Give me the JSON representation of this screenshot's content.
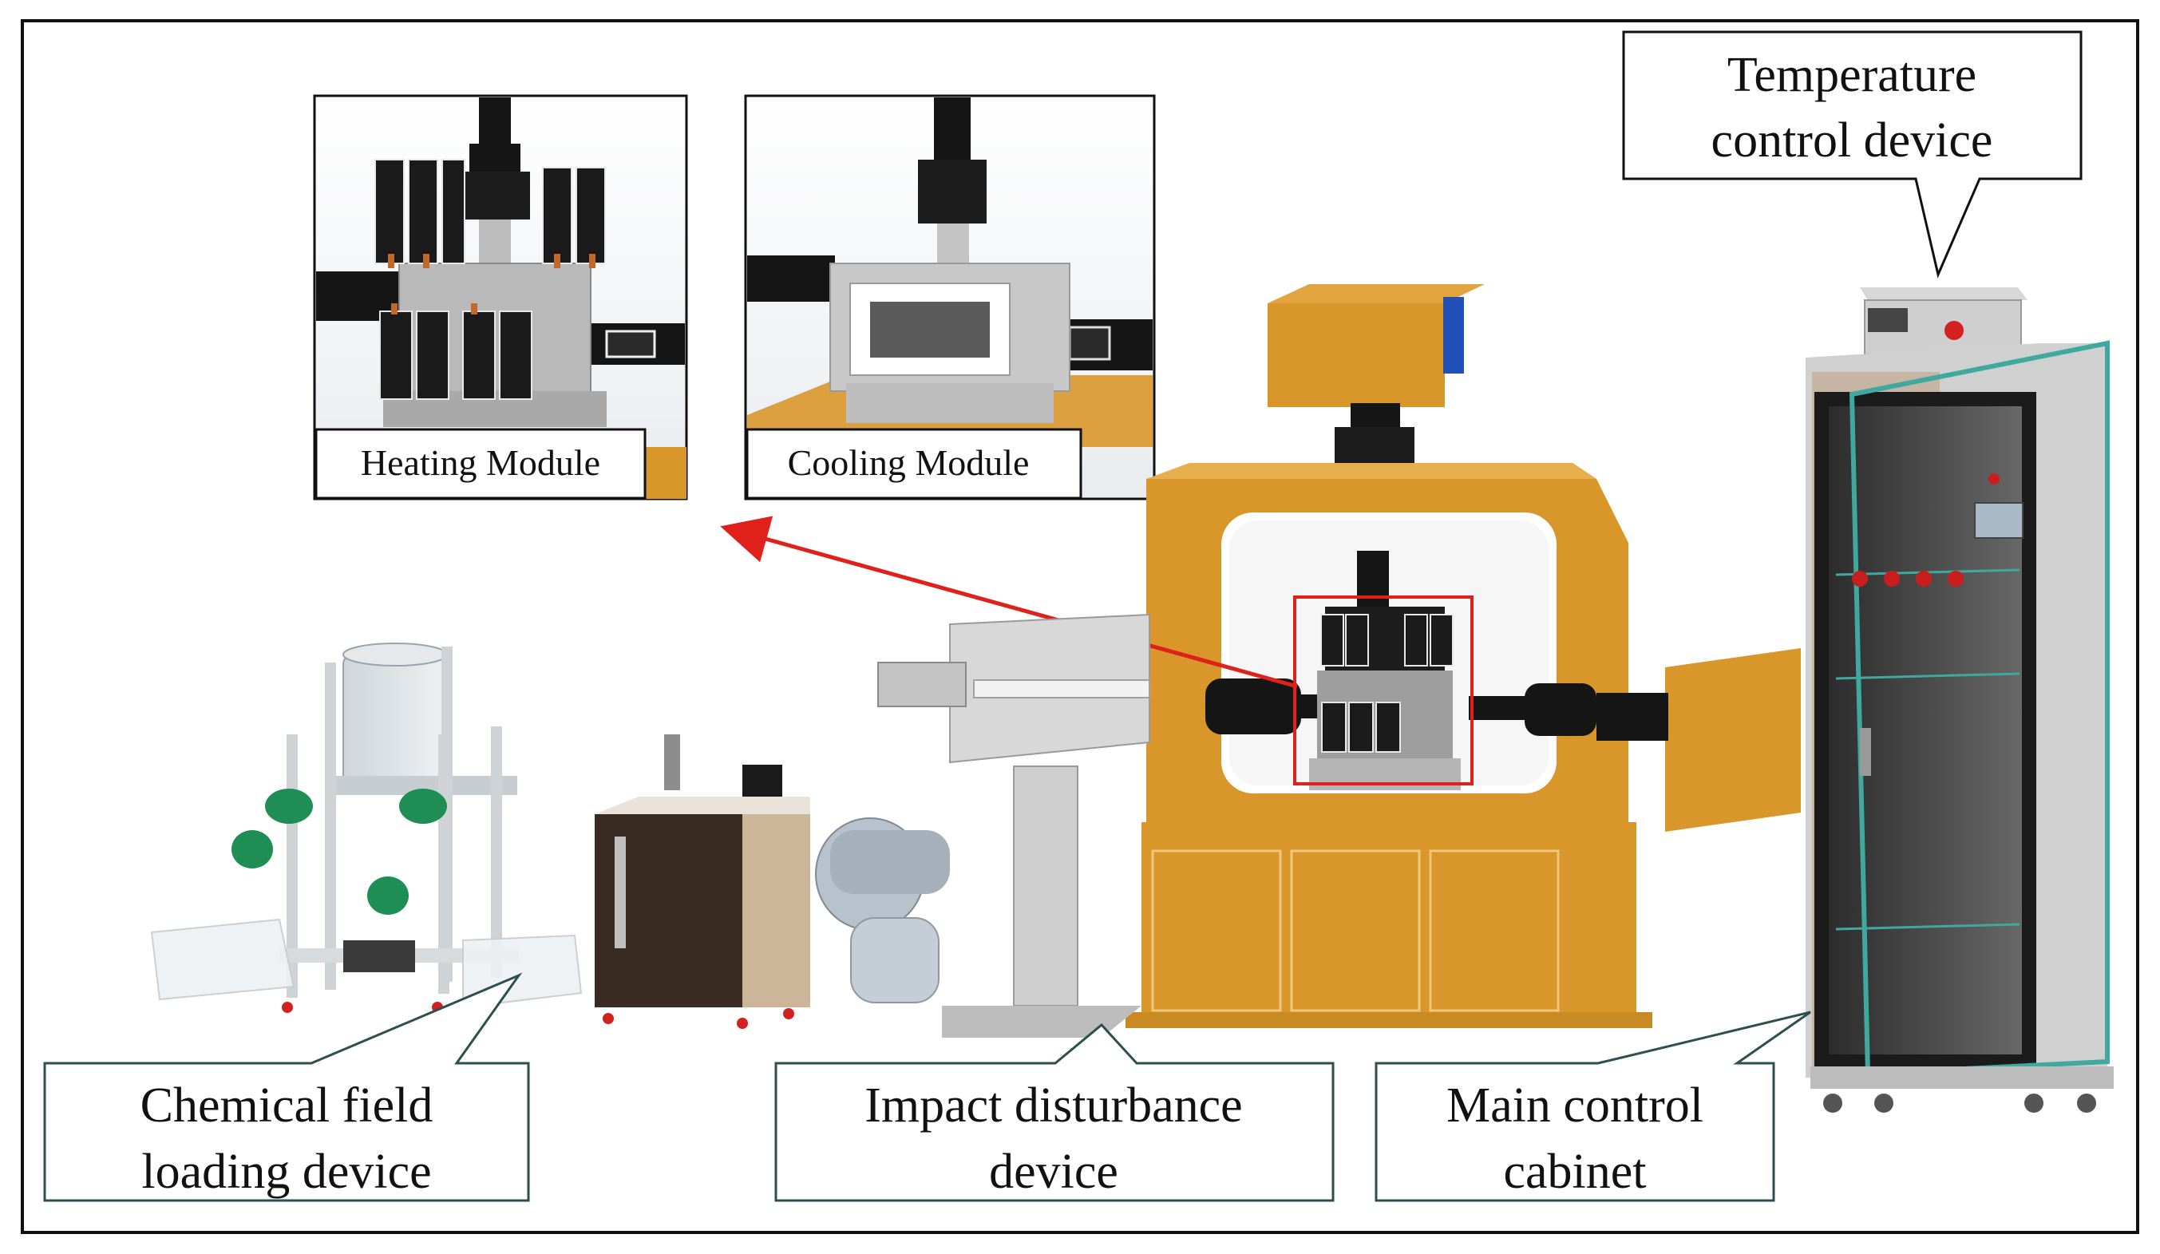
{
  "labels": {
    "temperature_control": [
      "Temperature",
      "control device"
    ],
    "heating_module": "Heating Module",
    "cooling_module": "Cooling Module",
    "chemical_field": [
      "Chemical field",
      "loading device"
    ],
    "impact_disturbance": [
      "Impact disturbance",
      "device"
    ],
    "main_control": [
      "Main control",
      "cabinet"
    ]
  },
  "colors": {
    "frame_orange": "#D9962B",
    "steel": "#9A9A9A",
    "highlight_red": "#E0201B",
    "callout_border": "#2F4F4F",
    "cabinet_dark": "#1B1B1B",
    "glass_teal": "#3FA9A0",
    "module_black": "#151515",
    "tank_green": "#1E8E55"
  }
}
